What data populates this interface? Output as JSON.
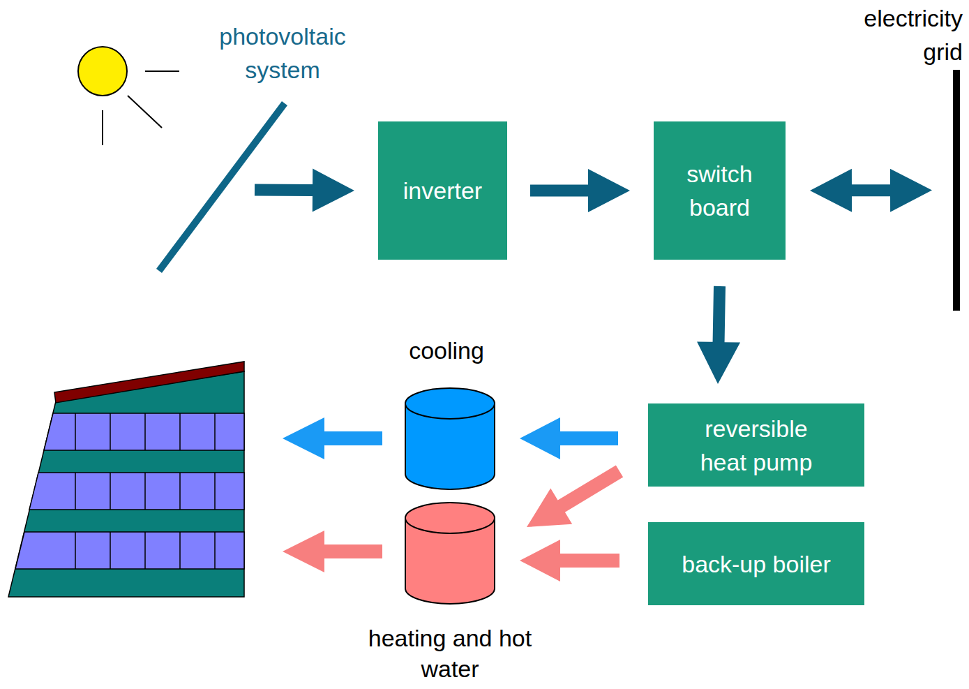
{
  "diagram": {
    "nodes": [
      {
        "text": [
          "photovoltaic system"
        ]
      },
      {
        "text": [
          "inverter"
        ]
      },
      {
        "text": [
          "switch board"
        ]
      },
      {
        "text": [
          "electricity grid"
        ]
      },
      {
        "text": [
          "cooling"
        ]
      },
      {
        "text": [
          "reversible heat pump"
        ]
      },
      {
        "text": [
          "heating and hot water"
        ]
      },
      {
        "text": [
          "back-up boiler"
        ]
      }
    ],
    "edges": [
      {
        "from": 0,
        "to": 1,
        "arrow": "to"
      },
      {
        "from": 1,
        "to": 2,
        "arrow": "to"
      },
      {
        "from": 2,
        "to": 3,
        "arrow": "both"
      },
      {
        "from": 2,
        "to": 5,
        "arrow": "to"
      },
      {
        "from": 5,
        "to": 4,
        "arrow": "to"
      },
      {
        "from": 5,
        "to": 6,
        "arrow": "to"
      },
      {
        "from": 7,
        "to": 6,
        "arrow": "to"
      }
    ]
  }
}
